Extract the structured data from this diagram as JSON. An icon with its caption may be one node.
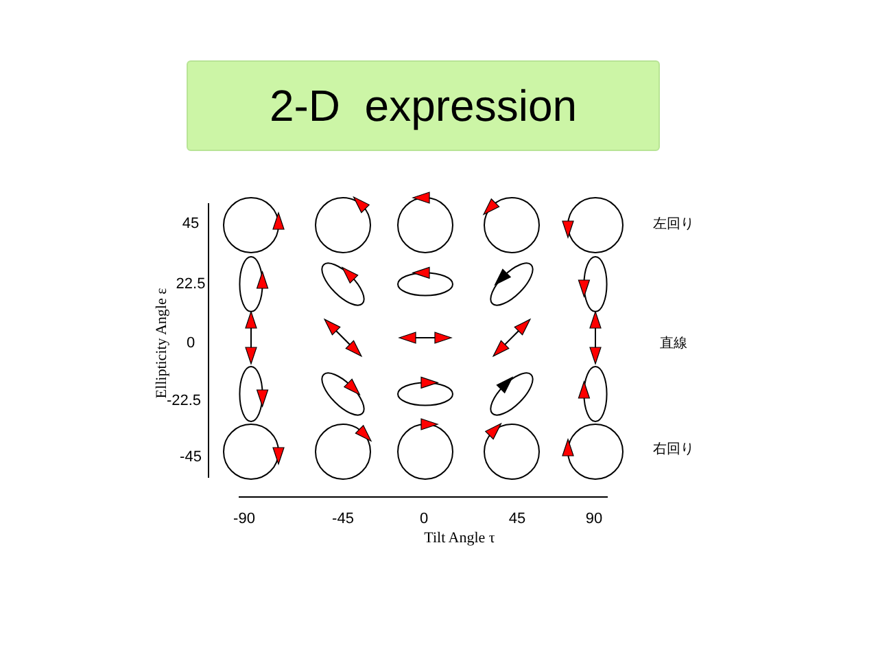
{
  "diagram": {
    "title": "2-D  expression",
    "labels": [
      "45",
      "左回り",
      "22.5",
      "Ellipticity Angle ε",
      "0",
      "直線",
      "-22.5",
      "-45",
      "右回り",
      "-90",
      "-45",
      "0",
      "45",
      "90",
      "Tilt Angle τ"
    ]
  }
}
